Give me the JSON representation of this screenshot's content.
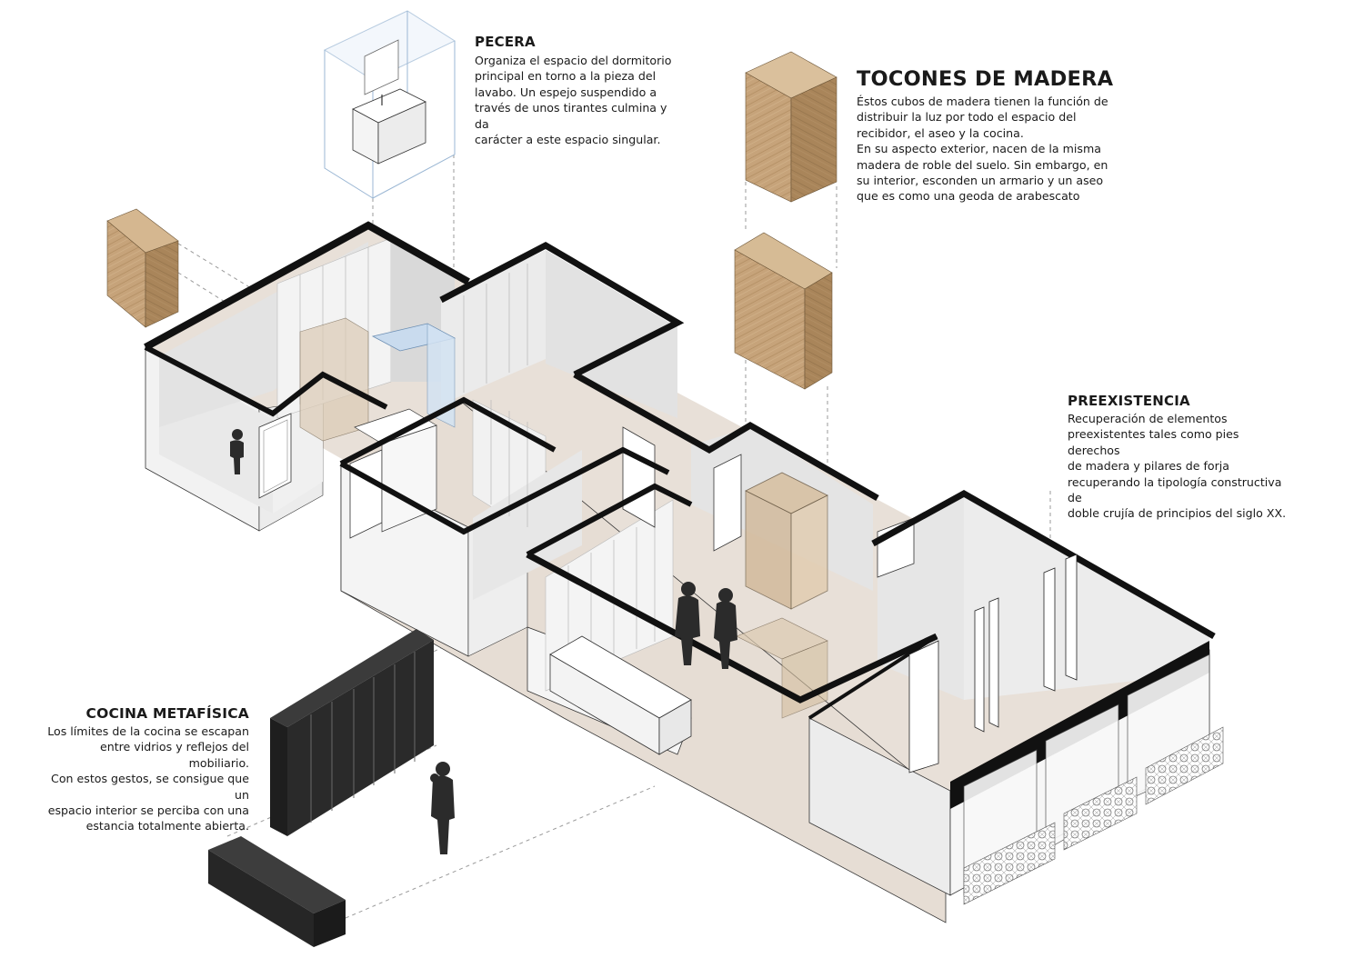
{
  "annotations": {
    "pecera": {
      "title": "PECERA",
      "body": "Organiza el espacio del dormitorio\nprincipal en torno a la pieza del\nlavabo. Un espejo suspendido a\ntravés de unos tirantes culmina y da\ncarácter a este espacio singular."
    },
    "tocones": {
      "title": "TOCONES DE MADERA",
      "body": "Éstos cubos de madera tienen la función de\ndistribuir la luz por todo el espacio del\nrecibidor, el aseo y la cocina.\nEn su aspecto exterior, nacen de la misma\nmadera de roble del suelo. Sin embargo, en\nsu interior, esconden un armario y un aseo\nque es como una geoda de arabescato"
    },
    "preexistencia": {
      "title": "PREEXISTENCIA",
      "body": "Recuperación de elementos\npreexistentes tales como pies derechos\nde madera y pilares de forja\nrecuperando la tipología constructiva de\ndoble crujía de principios del siglo XX."
    },
    "cocina": {
      "title": "COCINA METAFÍSICA",
      "body": "Los límites de la cocina se escapan\nentre vidrios y reflejos del mobiliario.\nCon estos gestos, se consigue que un\nespacio interior se perciba con una\nestancia totalmente abierta."
    }
  },
  "colors": {
    "wall_cut": "#111111",
    "floor": "#e7dfd7",
    "wall_face": "#ededed",
    "wood_light": "#c8a77f",
    "wood_mid": "#b08d63",
    "wood_dark": "#8d6d49",
    "cabinet_dark": "#2a2a2a",
    "glass_blue": "#bcd5ec",
    "silhouette": "#2b2b2b",
    "guide": "#9a9a9a"
  }
}
